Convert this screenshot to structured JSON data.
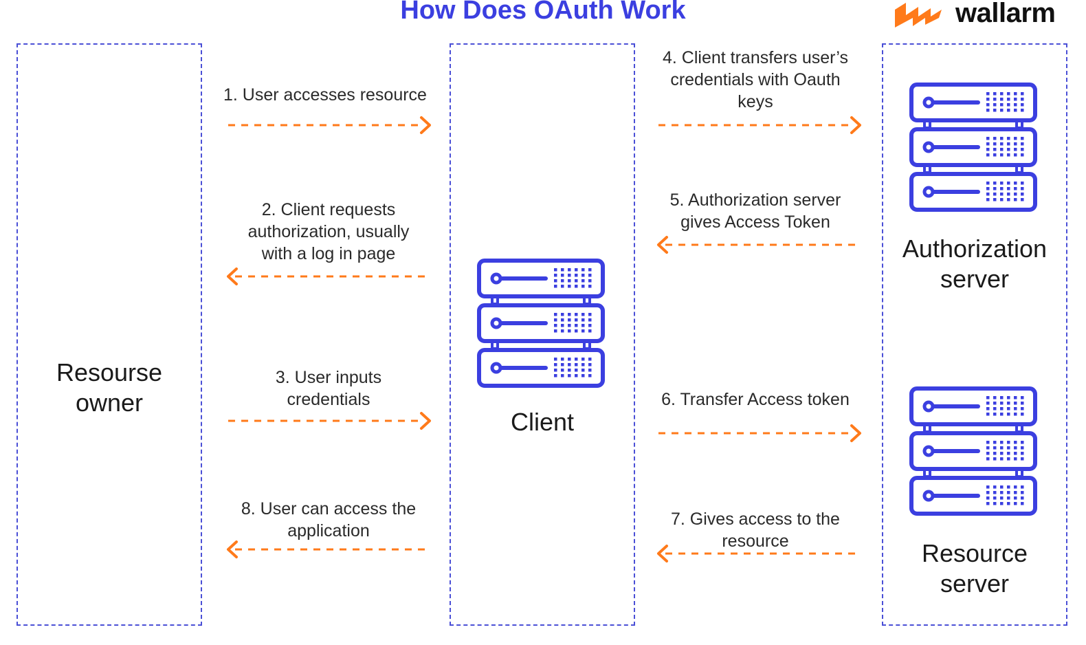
{
  "title": "How Does OAuth Work",
  "brand": {
    "name": "wallarm",
    "accent_color": "#ff7a1a",
    "name_color": "#111111"
  },
  "colors": {
    "title": "#3b3fe0",
    "frame": "#4a4fd6",
    "server": "#3b3fe0",
    "arrow": "#ff7a1a"
  },
  "lanes": {
    "owner": {
      "label": "Resourse\nowner"
    },
    "client": {
      "label": "Client",
      "icon": "server-icon"
    },
    "auth_server": {
      "label": "Authorization\nserver",
      "icon": "server-icon"
    },
    "resource_server": {
      "label": "Resource\nserver",
      "icon": "server-icon"
    }
  },
  "steps": [
    {
      "text": "1. User accesses resource",
      "direction": "right"
    },
    {
      "text": "2. Client requests\nauthorization, usually\nwith a log in page",
      "direction": "left"
    },
    {
      "text": "3. User inputs\ncredentials",
      "direction": "right"
    },
    {
      "text": "4. Client transfers user’s\ncredentials with Oauth\nkeys",
      "direction": "right"
    },
    {
      "text": "5. Authorization server\ngives Access Token",
      "direction": "left"
    },
    {
      "text": "6. Transfer Access token",
      "direction": "right"
    },
    {
      "text": "7. Gives access to the\nresource",
      "direction": "left"
    },
    {
      "text": "8. User can access the\napplication",
      "direction": "left"
    }
  ]
}
